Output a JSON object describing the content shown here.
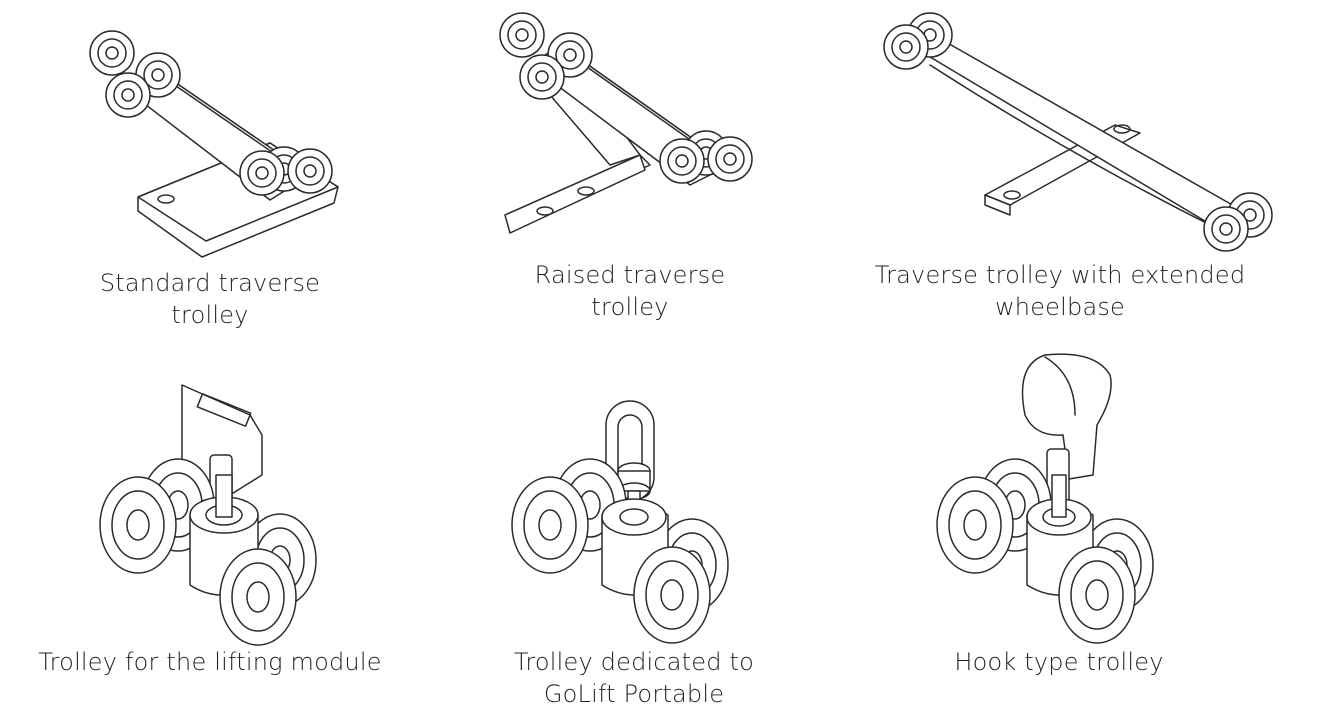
{
  "items": [
    {
      "line1": "Standard traverse",
      "line2": "trolley",
      "icon": "standard-traverse-trolley-icon"
    },
    {
      "line1": "Raised traverse",
      "line2": "trolley",
      "icon": "raised-traverse-trolley-icon"
    },
    {
      "line1": "Traverse trolley with extended",
      "line2": "wheelbase",
      "icon": "extended-wheelbase-trolley-icon"
    },
    {
      "line1": "Trolley for the lifting module",
      "line2": "",
      "icon": "lifting-module-trolley-icon"
    },
    {
      "line1": "Trolley dedicated to",
      "line2": "GoLift Portable",
      "icon": "golift-portable-trolley-icon"
    },
    {
      "line1": "Hook type trolley",
      "line2": "",
      "icon": "hook-trolley-icon"
    }
  ]
}
